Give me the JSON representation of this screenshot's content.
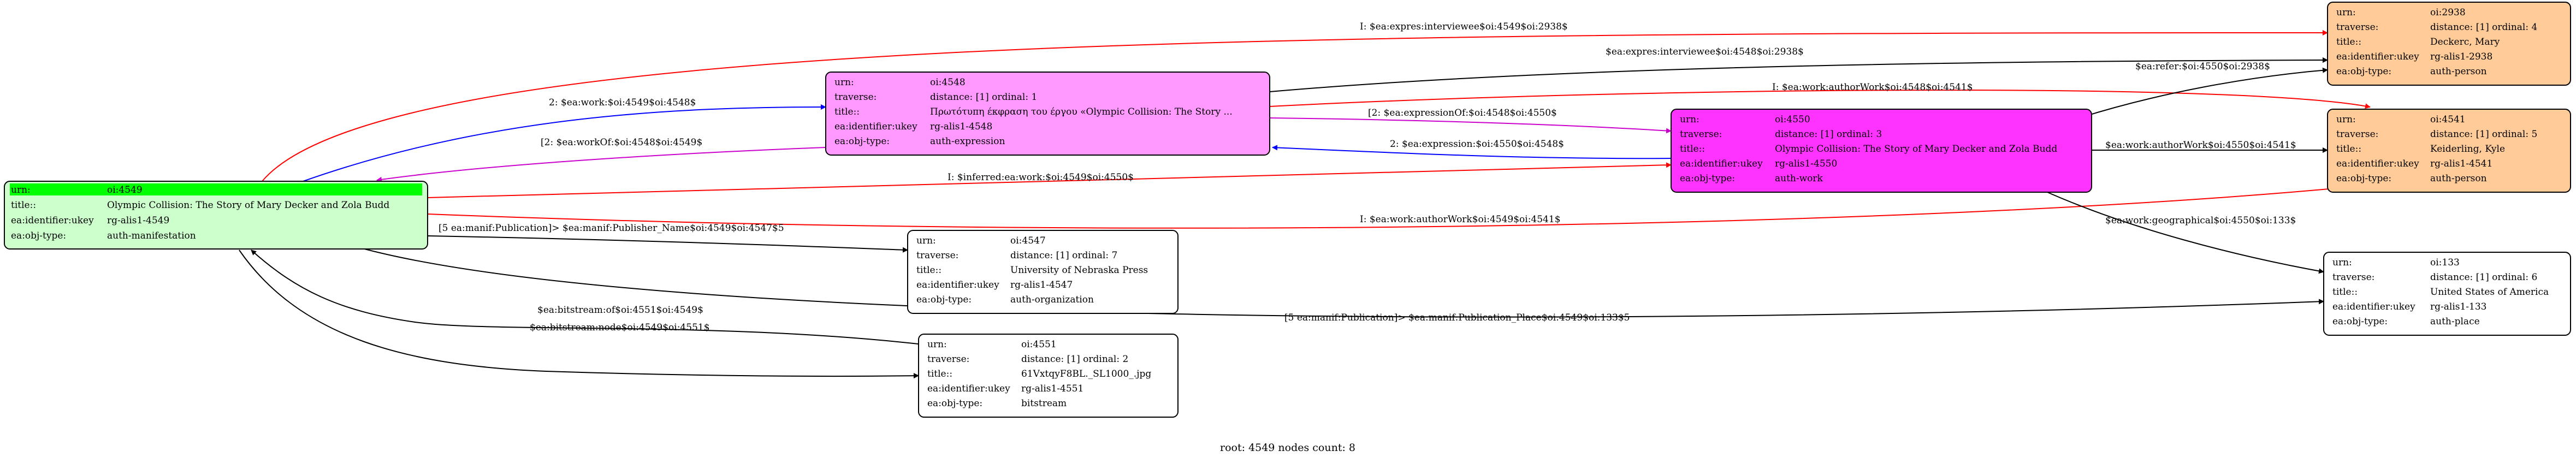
{
  "footer": "root: 4549 nodes count: 8",
  "colors": {
    "root_fill": "#ccffcc",
    "root_header": "#00ff00",
    "expression_fill": "#ff99ff",
    "work_fill": "#ff33ff",
    "person_fill": "#ffcc99",
    "plain_fill": "#ffffff",
    "edge_black": "#000000",
    "edge_red": "#ff0000",
    "edge_blue": "#0000ff",
    "edge_magenta": "#cc00cc"
  },
  "nodes": [
    {
      "id": "n4549",
      "kind": "root",
      "rows": [
        [
          "urn:",
          "oi:4549"
        ],
        [
          "title::",
          "Olympic Collision: The Story of Mary Decker and Zola Budd"
        ],
        [
          "ea:identifier:ukey",
          "rg-alis1-4549"
        ],
        [
          "ea:obj-type:",
          "auth-manifestation"
        ]
      ]
    },
    {
      "id": "n4548",
      "kind": "expression",
      "rows": [
        [
          "urn:",
          "oi:4548"
        ],
        [
          "traverse:",
          "distance: [1]     ordinal: 1"
        ],
        [
          "title::",
          "Πρωτότυπη έκφραση του έργου «Olympic Collision: The Story ..."
        ],
        [
          "ea:identifier:ukey",
          "rg-alis1-4548"
        ],
        [
          "ea:obj-type:",
          "auth-expression"
        ]
      ]
    },
    {
      "id": "n4550",
      "kind": "work",
      "rows": [
        [
          "urn:",
          "oi:4550"
        ],
        [
          "traverse:",
          "distance: [1]     ordinal: 3"
        ],
        [
          "title::",
          "Olympic Collision: The Story of Mary Decker and Zola Budd"
        ],
        [
          "ea:identifier:ukey",
          "rg-alis1-4550"
        ],
        [
          "ea:obj-type:",
          "auth-work"
        ]
      ]
    },
    {
      "id": "n2938",
      "kind": "person",
      "rows": [
        [
          "urn:",
          "oi:2938"
        ],
        [
          "traverse:",
          "distance: [1]     ordinal: 4"
        ],
        [
          "title::",
          "Deckerc, Mary"
        ],
        [
          "ea:identifier:ukey",
          "rg-alis1-2938"
        ],
        [
          "ea:obj-type:",
          "auth-person"
        ]
      ]
    },
    {
      "id": "n4541",
      "kind": "person",
      "rows": [
        [
          "urn:",
          "oi:4541"
        ],
        [
          "traverse:",
          "distance: [1]     ordinal: 5"
        ],
        [
          "title::",
          "Keiderling, Kyle"
        ],
        [
          "ea:identifier:ukey",
          "rg-alis1-4541"
        ],
        [
          "ea:obj-type:",
          "auth-person"
        ]
      ]
    },
    {
      "id": "n4547",
      "kind": "plain",
      "rows": [
        [
          "urn:",
          "oi:4547"
        ],
        [
          "traverse:",
          "distance: [1]     ordinal: 7"
        ],
        [
          "title::",
          "University of Nebraska Press"
        ],
        [
          "ea:identifier:ukey",
          "rg-alis1-4547"
        ],
        [
          "ea:obj-type:",
          "auth-organization"
        ]
      ]
    },
    {
      "id": "n4551",
      "kind": "plain",
      "rows": [
        [
          "urn:",
          "oi:4551"
        ],
        [
          "traverse:",
          "distance: [1]     ordinal: 2"
        ],
        [
          "title::",
          "61VxtqyF8BL._SL1000_.jpg"
        ],
        [
          "ea:identifier:ukey",
          "rg-alis1-4551"
        ],
        [
          "ea:obj-type:",
          "bitstream"
        ]
      ]
    },
    {
      "id": "n133",
      "kind": "plain",
      "rows": [
        [
          "urn:",
          "oi:133"
        ],
        [
          "traverse:",
          "distance: [1]     ordinal: 6"
        ],
        [
          "title::",
          "United States of America"
        ],
        [
          "ea:identifier:ukey",
          "rg-alis1-133"
        ],
        [
          "ea:obj-type:",
          "auth-place"
        ]
      ]
    }
  ],
  "edges": [
    {
      "id": "e1",
      "color": "red",
      "label": "I: $ea:expres:interviewee$oi:4549$oi:2938$"
    },
    {
      "id": "e2",
      "color": "black",
      "label": "$ea:expres:interviewee$oi:4548$oi:2938$"
    },
    {
      "id": "e3",
      "color": "blue",
      "label": "2: $ea:work:$oi:4549$oi:4548$"
    },
    {
      "id": "e4",
      "color": "magenta",
      "label": "[2: $ea:workOf:$oi:4548$oi:4549$"
    },
    {
      "id": "e5",
      "color": "magenta",
      "label": "[2: $ea:expressionOf:$oi:4548$oi:4550$"
    },
    {
      "id": "e6",
      "color": "blue",
      "label": "2: $ea:expression:$oi:4550$oi:4548$"
    },
    {
      "id": "e7",
      "color": "red",
      "label": "I: $inferred:ea:work:$oi:4549$oi:4550$"
    },
    {
      "id": "e8",
      "color": "red",
      "label": "I: $ea:work:authorWork$oi:4548$oi:4541$"
    },
    {
      "id": "e9",
      "color": "black",
      "label": "$ea:refer:$oi:4550$oi:2938$"
    },
    {
      "id": "e10",
      "color": "black",
      "label": "$ea:work:authorWork$oi:4550$oi:4541$"
    },
    {
      "id": "e11",
      "color": "red",
      "label": "I: $ea:work:authorWork$oi:4549$oi:4541$"
    },
    {
      "id": "e12",
      "color": "black",
      "label": "$ea:work:geographical$oi:4550$oi:133$"
    },
    {
      "id": "e13",
      "color": "black",
      "label": "[5 ea:manif:Publication]> $ea:manif:Publisher_Name$oi:4549$oi:4547$5"
    },
    {
      "id": "e14",
      "color": "black",
      "label": "[5 ea:manif:Publication]> $ea:manif:Publication_Place$oi:4549$oi:133$5"
    },
    {
      "id": "e15",
      "color": "black",
      "label": "$ea:bitstream:of$oi:4551$oi:4549$"
    },
    {
      "id": "e16",
      "color": "black",
      "label": "$ea:bitstream:node$oi:4549$oi:4551$"
    }
  ]
}
